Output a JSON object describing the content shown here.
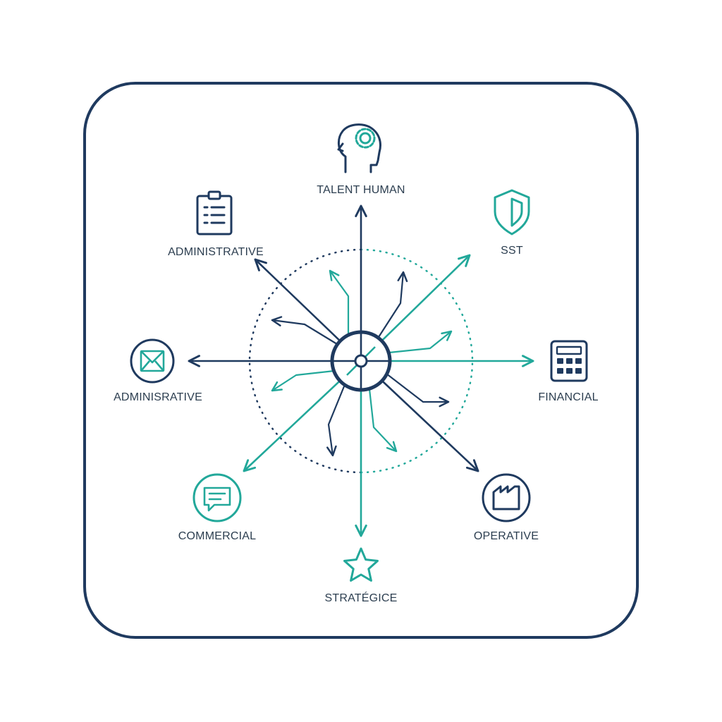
{
  "colors": {
    "navy": "#1f3a5f",
    "teal": "#22a89a",
    "text": "#2c3e50"
  },
  "nodes": {
    "talent_human": {
      "label": "TALENT HUMAN",
      "icon": "head-gear-icon"
    },
    "administrative_top": {
      "label": "ADMINISTRATIVE",
      "icon": "clipboard-checklist-icon"
    },
    "sst": {
      "label": "SST",
      "icon": "shield-icon"
    },
    "administrative_left": {
      "label": "ADMINISRATIVE",
      "icon": "envelope-icon"
    },
    "financial": {
      "label": "FINANCIAL",
      "icon": "calculator-icon"
    },
    "commercial": {
      "label": "COMMERCIAL",
      "icon": "chat-bubble-icon"
    },
    "operative": {
      "label": "OPERATIVE",
      "icon": "factory-icon"
    },
    "strategic": {
      "label": "STRATÉGICE",
      "icon": "star-icon"
    }
  }
}
